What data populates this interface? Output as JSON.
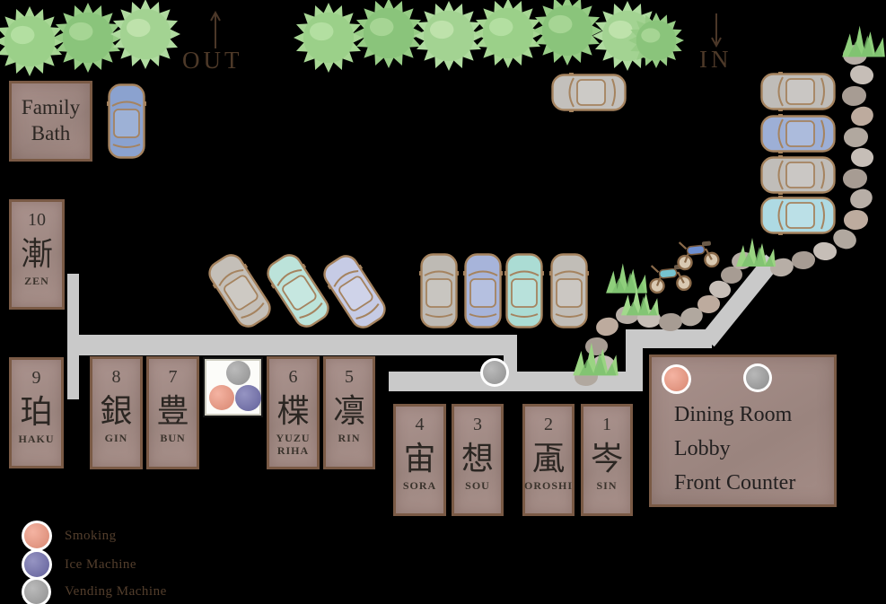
{
  "signs": {
    "out_label": "OUT",
    "in_label": "IN"
  },
  "facilities": {
    "family_bath": "Family Bath",
    "main_building_lines": [
      "Dining Room",
      "Lobby",
      "Front Counter"
    ]
  },
  "rooms": [
    {
      "num": "10",
      "kanji": "漸",
      "romaji": "ZEN"
    },
    {
      "num": "9",
      "kanji": "珀",
      "romaji": "HAKU"
    },
    {
      "num": "8",
      "kanji": "銀",
      "romaji": "GIN"
    },
    {
      "num": "7",
      "kanji": "豊",
      "romaji": "BUN"
    },
    {
      "num": "6",
      "kanji": "楪",
      "romaji": "YUZU\nRIHA"
    },
    {
      "num": "5",
      "kanji": "凛",
      "romaji": "RIN"
    },
    {
      "num": "4",
      "kanji": "宙",
      "romaji": "SORA"
    },
    {
      "num": "3",
      "kanji": "想",
      "romaji": "SOU"
    },
    {
      "num": "2",
      "kanji": "颪",
      "romaji": "OROSHI"
    },
    {
      "num": "1",
      "kanji": "岑",
      "romaji": "SIN"
    }
  ],
  "legend": {
    "items": [
      {
        "label": "Smoking",
        "color": "#f0967e"
      },
      {
        "label": "Ice Machine",
        "color": "#6d6bab"
      },
      {
        "label": "Vending Machine",
        "color": "#a0a0a0"
      }
    ]
  },
  "markers": {
    "utility_box": [
      "vending",
      "smoking",
      "ice"
    ],
    "road": [
      "vending"
    ],
    "main_building": [
      "smoking",
      "vending"
    ]
  }
}
